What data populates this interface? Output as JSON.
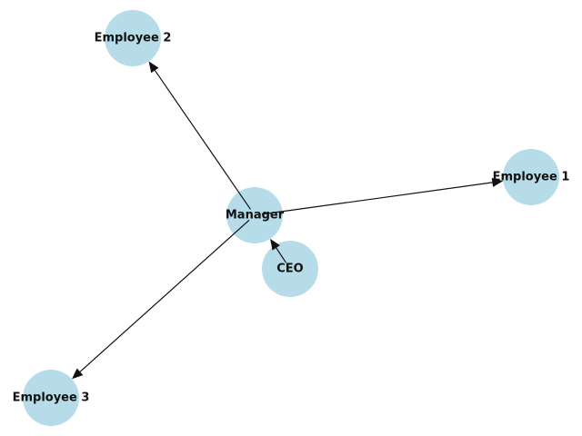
{
  "diagram": {
    "type": "directed-graph",
    "node_color": "#add8e6",
    "edge_color": "#111111",
    "nodes": [
      {
        "id": "manager",
        "label": "Manager"
      },
      {
        "id": "employee1",
        "label": "Employee 1"
      },
      {
        "id": "employee2",
        "label": "Employee 2"
      },
      {
        "id": "employee3",
        "label": "Employee 3"
      },
      {
        "id": "ceo",
        "label": "CEO"
      }
    ],
    "edges": [
      {
        "from": "ceo",
        "to": "manager"
      },
      {
        "from": "manager",
        "to": "employee1"
      },
      {
        "from": "manager",
        "to": "employee2"
      },
      {
        "from": "manager",
        "to": "employee3"
      }
    ]
  }
}
